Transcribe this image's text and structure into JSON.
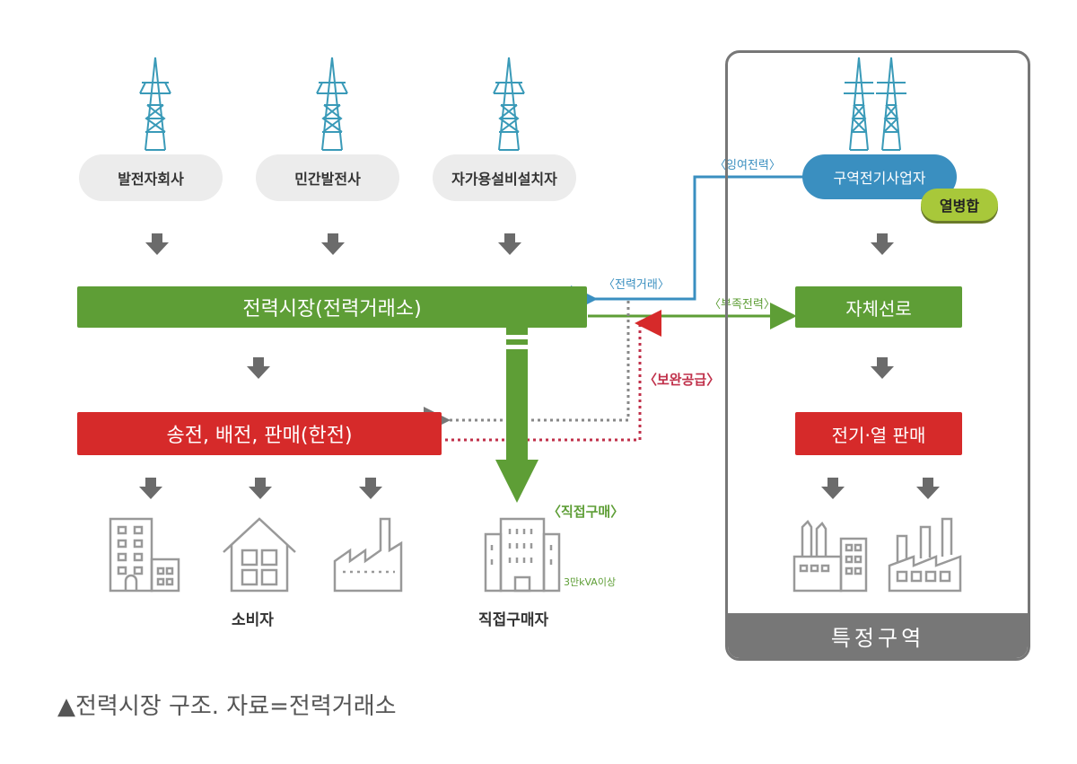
{
  "diagram": {
    "type": "flow",
    "generators": [
      {
        "label": "발전자회사",
        "icon": "transmission-tower-icon"
      },
      {
        "label": "민간발전사",
        "icon": "transmission-tower-icon"
      },
      {
        "label": "자가용설비설치자",
        "icon": "transmission-tower-icon"
      }
    ],
    "market": {
      "label": "전력시장(전력거래소)",
      "color": "#5e9e36"
    },
    "kepco": {
      "label": "송전, 배전, 판매(한전)",
      "color": "#d62a2a"
    },
    "consumers": {
      "label": "소비자",
      "icons": [
        "office-building-icon",
        "house-icon",
        "factory-icon"
      ]
    },
    "direct_buyer": {
      "label": "직접구매자",
      "flow_label": "〈직접구매〉",
      "condition": "3만kVA이상",
      "icon": "high-rise-building-icon"
    },
    "flows": {
      "power_trade": "〈전력거래〉",
      "surplus_power": "〈잉여전력〉",
      "shortage_power": "〈부족전력〉",
      "supplementary_supply": "〈보완공급〉"
    },
    "special_zone": {
      "title": "특정구역",
      "operator": {
        "label": "구역전기사업자",
        "color": "#3a8fc0"
      },
      "chp_badge": "열병합",
      "own_line": {
        "label": "자체선로",
        "color": "#5e9e36"
      },
      "sales": {
        "label": "전기·열 판매",
        "color": "#d62a2a"
      },
      "icons": [
        "industrial-complex-icon",
        "factory-icon"
      ]
    },
    "colors": {
      "green": "#5e9e36",
      "red": "#d62a2a",
      "blue": "#3a8fc0",
      "gray_arrow": "#6b6b6b",
      "zone_border": "#777777",
      "chp_badge": "#a8c83a"
    }
  },
  "caption": "▲전력시장 구조. 자료=전력거래소"
}
